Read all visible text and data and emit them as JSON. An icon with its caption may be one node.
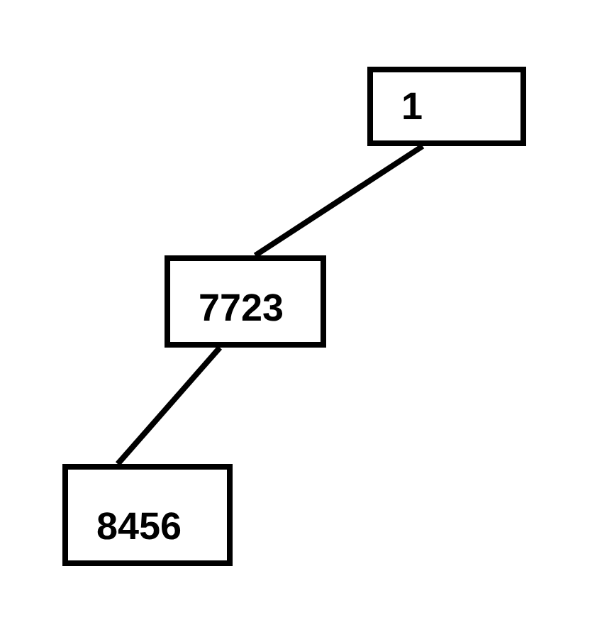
{
  "diagram": {
    "nodes": [
      {
        "text": [
          "1"
        ]
      },
      {
        "text": [
          "7723"
        ]
      },
      {
        "text": [
          "8456"
        ]
      }
    ],
    "edges": [
      {
        "from": 0,
        "to": 1,
        "arrow": "none"
      },
      {
        "from": 1,
        "to": 2,
        "arrow": "none"
      }
    ]
  }
}
